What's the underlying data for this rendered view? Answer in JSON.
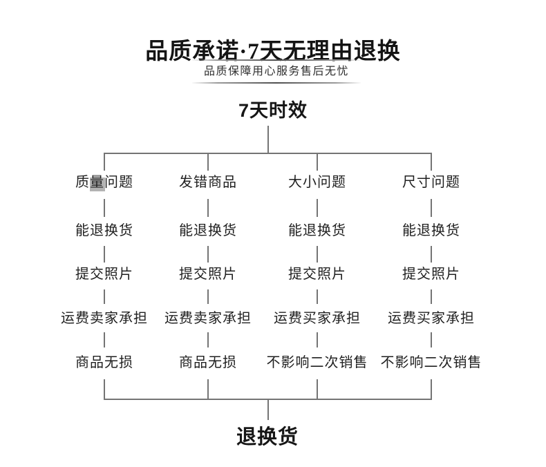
{
  "header": {
    "title": "品质承诺·7天无理由退换",
    "subtitle": "品质保障用心服务售后无忧"
  },
  "flow": {
    "root": "7天时效",
    "result": "退换货",
    "line_color": "#747474",
    "columns": [
      {
        "issue": "质量问题",
        "steps": [
          "能退换货",
          "提交照片",
          "运费卖家承担",
          "商品无损"
        ]
      },
      {
        "issue": "发错商品",
        "steps": [
          "能退换货",
          "提交照片",
          "运费卖家承担",
          "商品无损"
        ]
      },
      {
        "issue": "大小问题",
        "steps": [
          "能退换货",
          "提交照片",
          "运费买家承担",
          "不影响二次销售"
        ]
      },
      {
        "issue": "尺寸问题",
        "steps": [
          "能退换货",
          "提交照片",
          "运费买家承担",
          "不影响二次销售"
        ]
      }
    ]
  }
}
